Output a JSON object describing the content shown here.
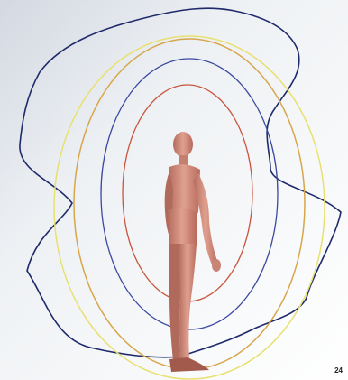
{
  "scene": {
    "background_gradient": [
      "#d8dee6",
      "#eef1f4",
      "#ffffff"
    ],
    "figure": {
      "icon": "human-figure-icon",
      "skin_color": "#d8907f",
      "shadow_color": "#9c5a4f"
    },
    "contours": [
      {
        "id": "outer-irregular",
        "color": "#1f2a6b"
      },
      {
        "id": "yellow-outer",
        "color": "#e8e070"
      },
      {
        "id": "orange-middle",
        "color": "#d8a64a"
      },
      {
        "id": "blue-inner",
        "color": "#3b4aa0"
      },
      {
        "id": "red-inner",
        "color": "#c8553f"
      }
    ]
  },
  "corner_label": "24"
}
